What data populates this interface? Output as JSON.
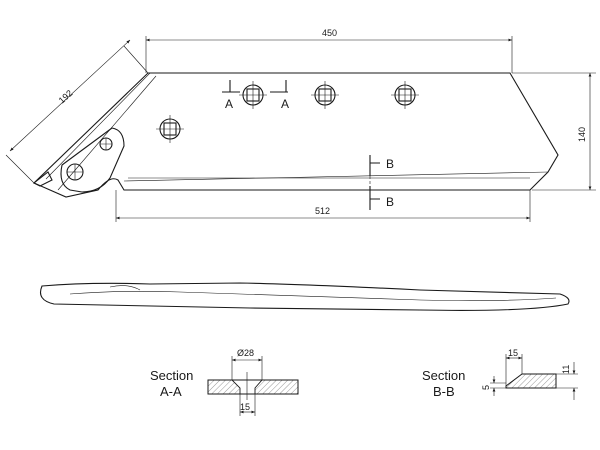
{
  "dimensions": {
    "top_length": "450",
    "bottom_length": "512",
    "height": "140",
    "angled_edge": "192"
  },
  "cut_markers": {
    "a_left": "A",
    "a_right": "A",
    "b_top": "B",
    "b_bottom": "B"
  },
  "section_aa": {
    "title_line1": "Section",
    "title_line2": "A-A",
    "hole_diameter": "Ø28",
    "square_width": "15"
  },
  "section_bb": {
    "title_line1": "Section",
    "title_line2": "B-B",
    "top_width": "15",
    "thickness_left": "5",
    "thickness_right": "11"
  }
}
